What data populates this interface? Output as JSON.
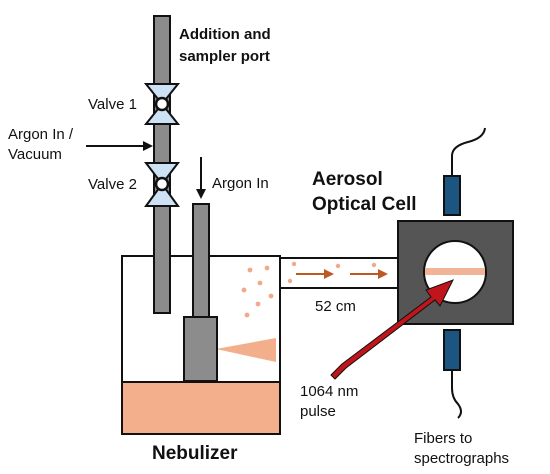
{
  "labels": {
    "port_line1": "Addition and",
    "port_line2": "sampler port",
    "valve1": "Valve 1",
    "valve2": "Valve 2",
    "argon_vac_line1": "Argon In /",
    "argon_vac_line2": "Vacuum",
    "argon_in": "Argon In",
    "cell_line1": "Aerosol",
    "cell_line2": "Optical Cell",
    "distance": "52 cm",
    "laser_line1": "1064 nm",
    "laser_line2": "pulse",
    "fibers_line1": "Fibers to",
    "fibers_line2": "spectrographs",
    "nebulizer": "Nebulizer"
  },
  "colors": {
    "tube": "#8c8c8c",
    "liquid": "#f3ae8c",
    "droplet": "#f0a98a",
    "flow_arrow": "#bd5a24",
    "laser": "#c0151b",
    "fiber_block": "#1c5680",
    "cell": "#555555",
    "valve": "#cde3f5",
    "beam": "#f2b497"
  }
}
